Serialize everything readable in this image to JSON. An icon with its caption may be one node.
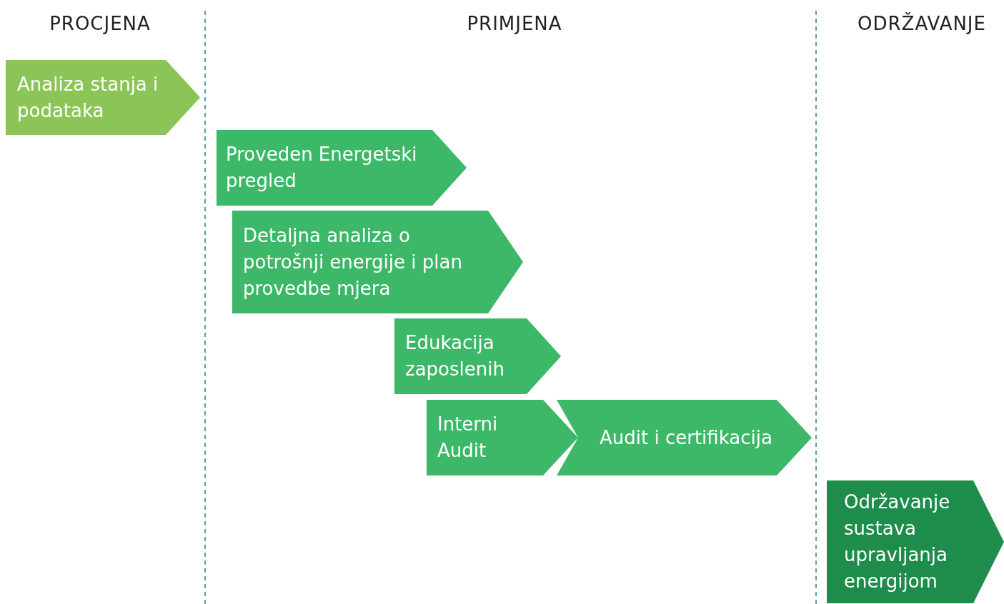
{
  "diagram": {
    "nodes": [
      {
        "text": [
          "Analiza stanja i podataka"
        ]
      },
      {
        "text": [
          "Proveden Energetski pregled"
        ]
      },
      {
        "text": [
          "Detaljna analiza o potrošnji energije i plan provedbe mjera"
        ]
      },
      {
        "text": [
          "Edukacija zaposlenih"
        ]
      },
      {
        "text": [
          "Interni Audit"
        ]
      },
      {
        "text": [
          "Audit i certifikacija"
        ]
      },
      {
        "text": [
          "Održavanje sustava upravljanja energijom"
        ]
      }
    ],
    "labels": [
      "PROCJENA",
      "PRIMJENA",
      "ODRŽAVANJE"
    ]
  }
}
